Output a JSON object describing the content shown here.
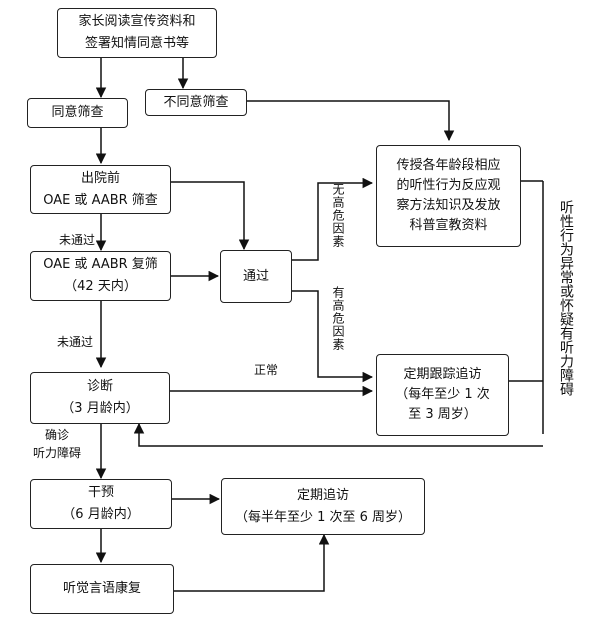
{
  "boxes": {
    "consent": [
      "家长阅读宣传资料和",
      "签署知情同意书等"
    ],
    "agree": [
      "同意筛查"
    ],
    "disagree": [
      "不同意筛查"
    ],
    "initial": [
      "出院前",
      "OAE 或 AABR 筛查"
    ],
    "rescreen": [
      "OAE 或 AABR 复筛",
      "（42 天内）"
    ],
    "pass": [
      "通过"
    ],
    "education": [
      "传授各年龄段相应",
      "的听性行为反应观",
      "察方法知识及发放",
      "科普宣教资料"
    ],
    "diagnosis": [
      "诊断",
      "（3 月龄内）"
    ],
    "followup": [
      "定期跟踪追访",
      "（每年至少 1 次",
      "至 3 周岁）"
    ],
    "intervention": [
      "干预",
      "（6 月龄内）"
    ],
    "regular": [
      "定期追访",
      "（每半年至少 1 次至 6 周岁）"
    ],
    "rehab": [
      "听觉言语康复"
    ]
  },
  "labels": {
    "not_passed_1": "未通过",
    "not_passed_2": "未通过",
    "normal": "正常",
    "confirmed_1": "确诊",
    "confirmed_2": "听力障碍",
    "no_risk": "无高危因素",
    "has_risk": "有高危因素",
    "abnormal": "听性行为异常或怀疑有听力障碍"
  }
}
